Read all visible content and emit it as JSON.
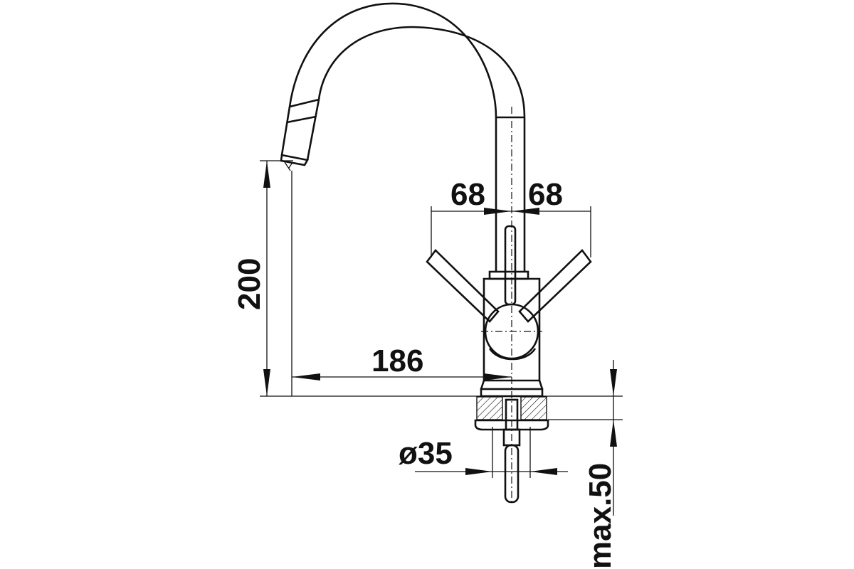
{
  "diagram": {
    "dimensions": {
      "spout_height": "200",
      "spout_reach": "186",
      "handle_left": "68",
      "handle_right": "68",
      "hole_diameter": "ø35",
      "max_thickness": "max.50"
    },
    "colors": {
      "line": "#111111",
      "background": "#ffffff"
    }
  }
}
